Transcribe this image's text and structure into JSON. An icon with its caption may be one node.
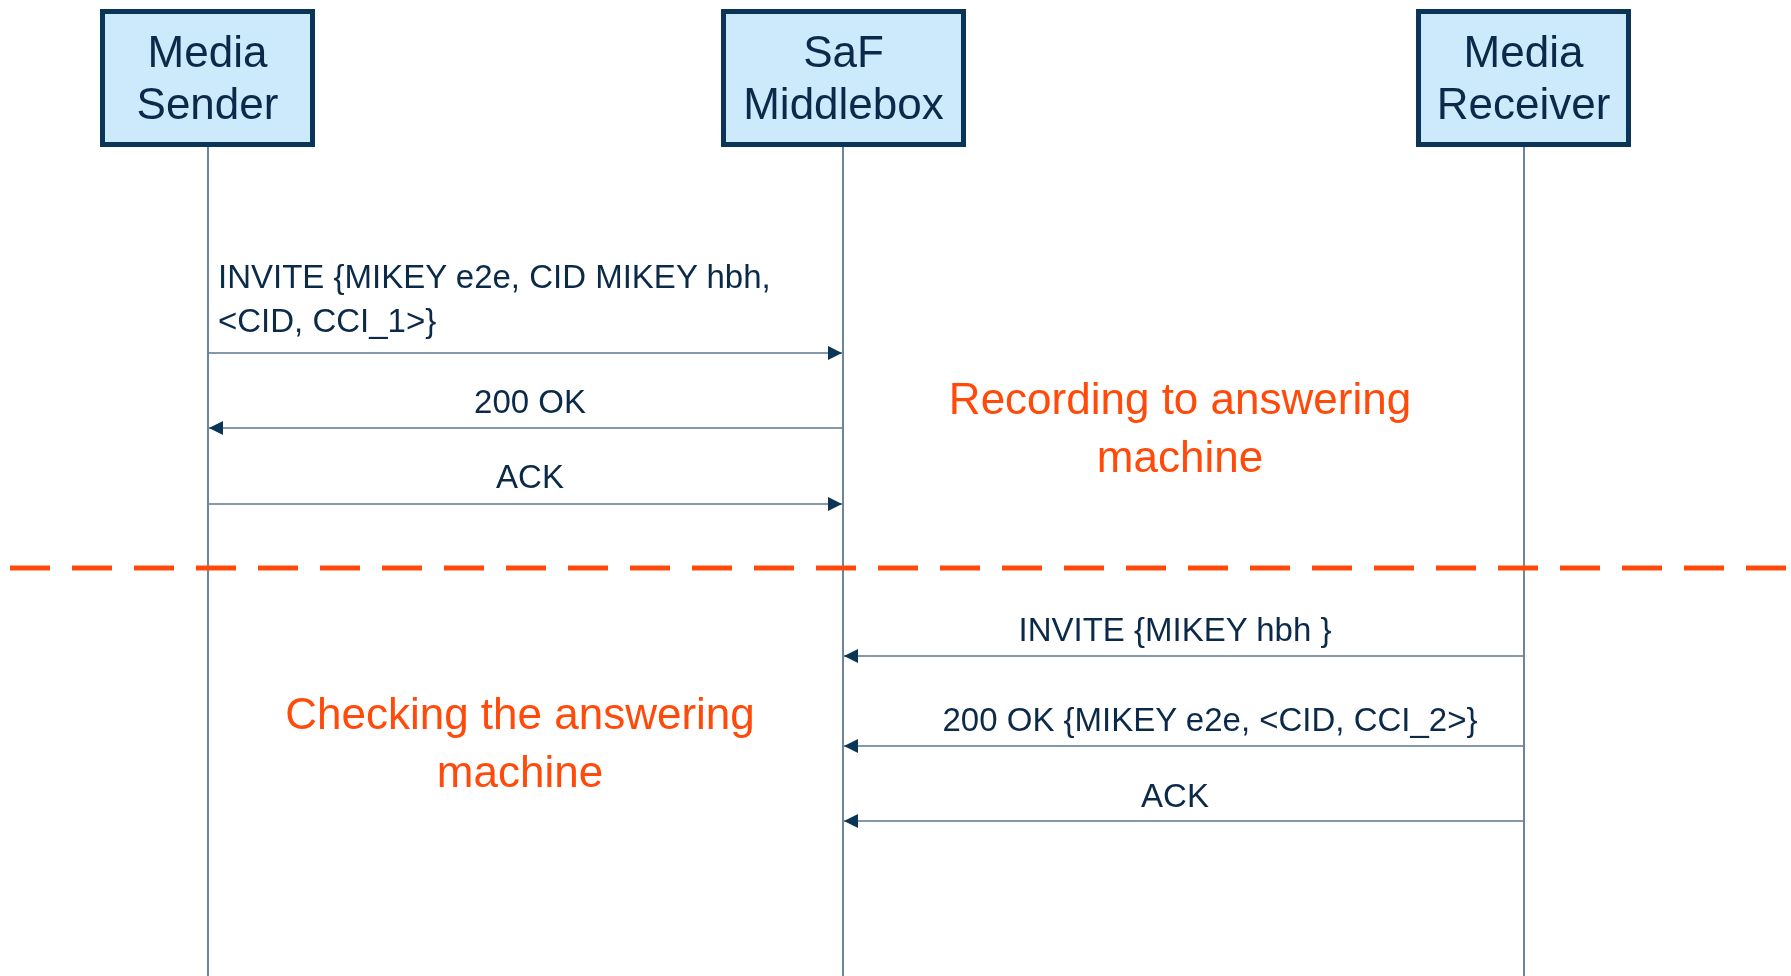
{
  "diagram": {
    "nodes": [
      {
        "text": [
          "Media Sender"
        ]
      },
      {
        "text": [
          "SaF Middlebox"
        ]
      },
      {
        "text": [
          "Media Receiver"
        ]
      }
    ],
    "edges": [
      {
        "from": 0,
        "to": 1,
        "arrow": "to",
        "label": "INVITE {MIKEY e2e, CID MIKEY hbh, <CID, CCI_1>}"
      },
      {
        "from": 1,
        "to": 0,
        "arrow": "to",
        "label": "200 OK"
      },
      {
        "from": 0,
        "to": 1,
        "arrow": "to",
        "label": "ACK"
      },
      {
        "from": 2,
        "to": 1,
        "arrow": "to",
        "label": "INVITE {MIKEY hbh }"
      },
      {
        "from": 2,
        "to": 1,
        "arrow": "to",
        "label": "200 OK  {MIKEY e2e, <CID, CCI_2>}"
      },
      {
        "from": 2,
        "to": 1,
        "arrow": "to",
        "label": "ACK"
      }
    ],
    "labels": [
      "Recording to answering machine",
      "Checking the answering machine"
    ]
  }
}
